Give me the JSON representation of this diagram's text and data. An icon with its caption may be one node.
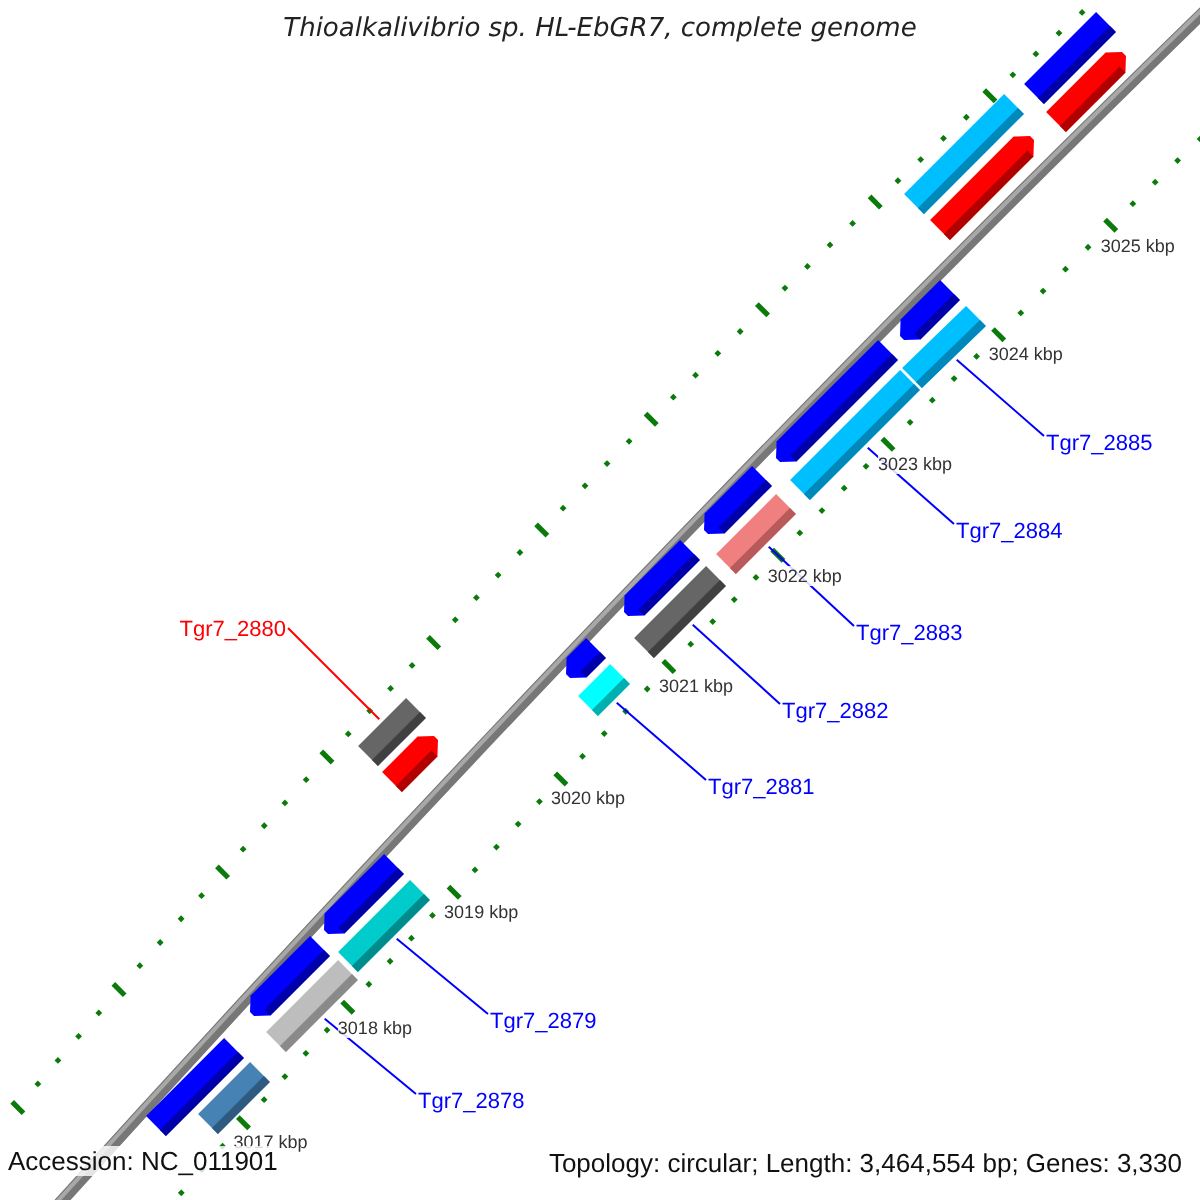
{
  "diagram": {
    "title": "Thioalkalivibrio sp. HL-EbGR7, complete genome",
    "nodes": [
      {
        "text": [],
        "shape": "bar"
      },
      {
        "text": [],
        "shape": "bar"
      },
      {
        "text": [],
        "shape": "bar"
      },
      {
        "text": [],
        "shape": "bar"
      },
      {
        "text": [],
        "shape": "bar"
      },
      {
        "text": [],
        "shape": "bar"
      },
      {
        "text": [
          "Tgr7_2885"
        ]
      },
      {
        "text": [],
        "shape": "bar"
      },
      {
        "text": [],
        "shape": "bar"
      },
      {
        "text": [
          "Tgr7_2884"
        ]
      },
      {
        "text": [],
        "shape": "bar"
      },
      {
        "text": [],
        "shape": "bar"
      },
      {
        "text": [
          "Tgr7_2883"
        ]
      },
      {
        "text": [],
        "shape": "bar"
      },
      {
        "text": [],
        "shape": "bar"
      },
      {
        "text": [
          "Tgr7_2880"
        ]
      },
      {
        "text": [
          "Tgr7_2882"
        ]
      },
      {
        "text": [],
        "shape": "bar"
      },
      {
        "text": [],
        "shape": "bar"
      },
      {
        "text": [],
        "shape": "bar"
      },
      {
        "text": [],
        "shape": "bar"
      },
      {
        "text": [
          "Tgr7_2881"
        ]
      },
      {
        "text": [],
        "shape": "bar"
      },
      {
        "text": [],
        "shape": "bar"
      },
      {
        "text": [
          "Tgr7_2879"
        ]
      },
      {
        "text": [],
        "shape": "bar"
      },
      {
        "text": [],
        "shape": "bar"
      },
      {
        "text": [
          "Tgr7_2878"
        ]
      },
      {
        "text": [],
        "shape": "bar"
      },
      {
        "text": [],
        "shape": "bar"
      }
    ],
    "edges": [
      {
        "from": 6,
        "to": 5,
        "arrow": "none"
      },
      {
        "from": 9,
        "to": 8,
        "arrow": "none"
      },
      {
        "from": 12,
        "to": 11,
        "arrow": "none"
      },
      {
        "from": 15,
        "to": 17,
        "arrow": "none",
        "color": "#ff0000"
      },
      {
        "from": 16,
        "to": 14,
        "arrow": "none"
      },
      {
        "from": 21,
        "to": 20,
        "arrow": "none"
      },
      {
        "from": 24,
        "to": 23,
        "arrow": "none"
      },
      {
        "from": 27,
        "to": 26,
        "arrow": "none"
      }
    ],
    "labels": [
      "3025 kbp",
      "3024 kbp",
      "3023 kbp",
      "3022 kbp",
      "3021 kbp",
      "3020 kbp",
      "3019 kbp",
      "3018 kbp",
      "3017 kbp",
      "Accession: NC_011901",
      "Topology: circular; Length: 3,464,554 bp; Genes: 3,330"
    ]
  }
}
